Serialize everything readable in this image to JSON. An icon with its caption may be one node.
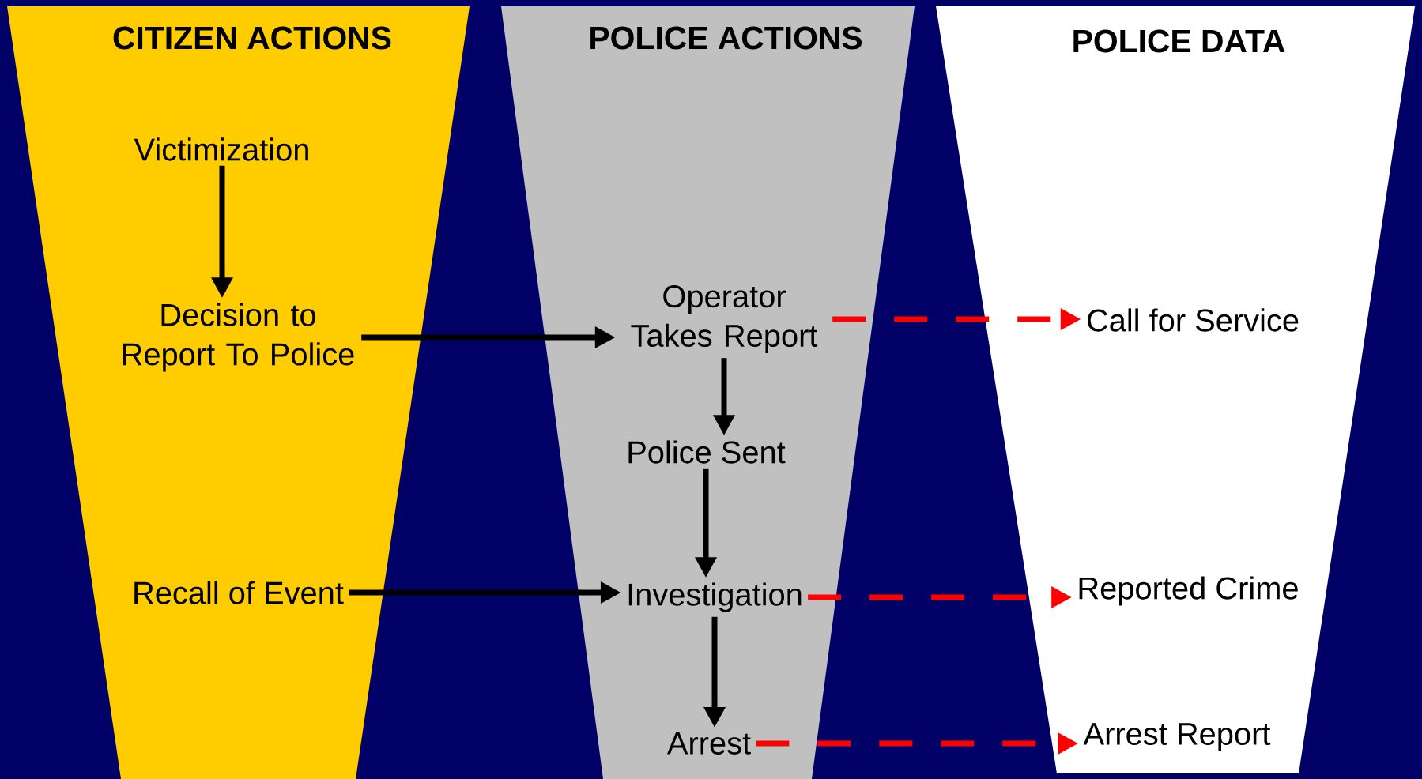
{
  "diagram": {
    "nodes": [
      {
        "text": [
          "CITIZEN ACTIONS"
        ]
      },
      {
        "text": [
          "POLICE ACTIONS"
        ]
      },
      {
        "text": [
          "POLICE DATA"
        ]
      },
      {
        "text": [
          "Victimization"
        ],
        "in": 0
      },
      {
        "text": [
          "Decision to Report To Police"
        ],
        "in": 0
      },
      {
        "text": [
          "Recall of Event"
        ],
        "in": 0
      },
      {
        "text": [
          "Operator Takes Report"
        ],
        "in": 1
      },
      {
        "text": [
          "Police Sent"
        ],
        "in": 1
      },
      {
        "text": [
          "Investigation"
        ],
        "in": 1
      },
      {
        "text": [
          "Arrest"
        ],
        "in": 1
      },
      {
        "text": [
          "Call for Service"
        ],
        "in": 2
      },
      {
        "text": [
          "Reported Crime"
        ],
        "in": 2
      },
      {
        "text": [
          "Arrest Report"
        ],
        "in": 2
      }
    ],
    "edges": [
      {
        "from": 3,
        "to": 4,
        "arrow": "to"
      },
      {
        "from": 4,
        "to": 6,
        "arrow": "to"
      },
      {
        "from": 6,
        "to": 7,
        "arrow": "to"
      },
      {
        "from": 7,
        "to": 8,
        "arrow": "to"
      },
      {
        "from": 8,
        "to": 9,
        "arrow": "to"
      },
      {
        "from": 5,
        "to": 8,
        "arrow": "to"
      },
      {
        "from": 6,
        "to": 10,
        "arrow": "to",
        "style": "dashed",
        "color": "#ff0000"
      },
      {
        "from": 8,
        "to": 11,
        "arrow": "to",
        "style": "dashed",
        "color": "#ff0000"
      },
      {
        "from": 9,
        "to": 12,
        "arrow": "to",
        "style": "dashed",
        "color": "#ff0000"
      }
    ]
  }
}
